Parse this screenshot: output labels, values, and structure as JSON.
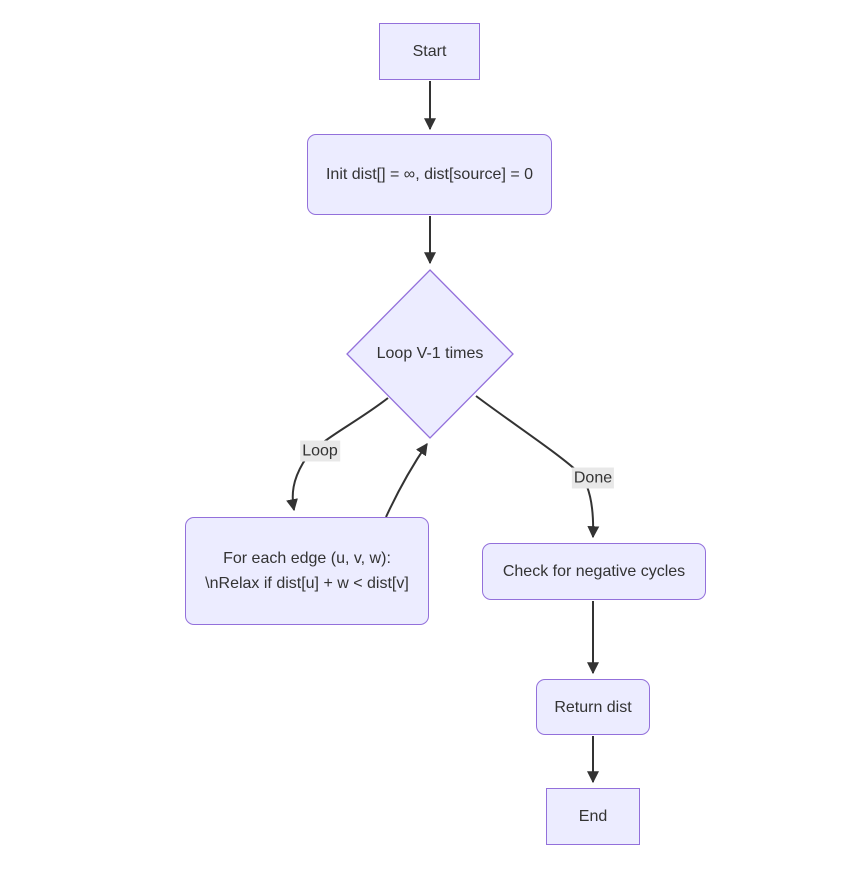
{
  "diagram": {
    "type": "flowchart",
    "background": "#ffffff",
    "nodes": {
      "start": {
        "label": "Start",
        "shape": "rectangle"
      },
      "init": {
        "label": "Init dist[] = ∞, dist[source] = 0",
        "shape": "rounded-rectangle"
      },
      "loop_decision": {
        "label": "Loop V-1 times",
        "shape": "diamond"
      },
      "relax": {
        "label": "For each edge (u, v, w): \\nRelax if dist[u] + w < dist[v]",
        "shape": "rounded-rectangle"
      },
      "check": {
        "label": "Check for negative cycles",
        "shape": "rounded-rectangle"
      },
      "return": {
        "label": "Return dist",
        "shape": "rounded-rectangle"
      },
      "end": {
        "label": "End",
        "shape": "rectangle"
      }
    },
    "edges": [
      {
        "from": "start",
        "to": "init",
        "label": ""
      },
      {
        "from": "init",
        "to": "loop_decision",
        "label": ""
      },
      {
        "from": "loop_decision",
        "to": "relax",
        "label": "Loop"
      },
      {
        "from": "relax",
        "to": "loop_decision",
        "label": ""
      },
      {
        "from": "loop_decision",
        "to": "check",
        "label": "Done"
      },
      {
        "from": "check",
        "to": "return",
        "label": ""
      },
      {
        "from": "return",
        "to": "end",
        "label": ""
      }
    ],
    "colors": {
      "node_fill": "#ECECFF",
      "node_border": "#9370DB",
      "edge_stroke": "#333333",
      "text": "#333333",
      "edge_label_bg": "#e8e8e8"
    }
  }
}
